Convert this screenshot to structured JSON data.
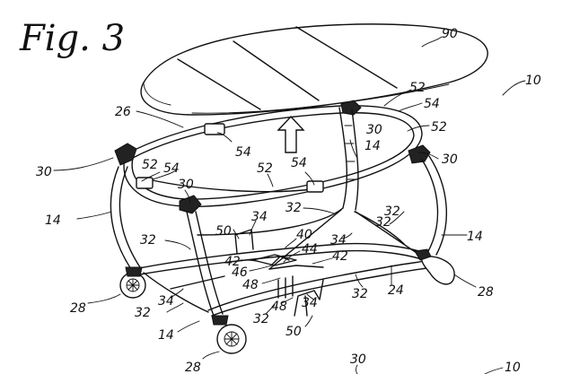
{
  "figure": {
    "title": "Fig. 3",
    "labels": [
      {
        "id": "l90",
        "text": "90"
      },
      {
        "id": "l10a",
        "text": "10"
      },
      {
        "id": "l52a",
        "text": "52"
      },
      {
        "id": "l54a",
        "text": "54"
      },
      {
        "id": "l52b",
        "text": "52"
      },
      {
        "id": "l26",
        "text": "26"
      },
      {
        "id": "l30a",
        "text": "30"
      },
      {
        "id": "l14a",
        "text": "14"
      },
      {
        "id": "l54b",
        "text": "54"
      },
      {
        "id": "l30b",
        "text": "30"
      },
      {
        "id": "l30c",
        "text": "30"
      },
      {
        "id": "l52c",
        "text": "52"
      },
      {
        "id": "l54c",
        "text": "54"
      },
      {
        "id": "l52d",
        "text": "52"
      },
      {
        "id": "l54d",
        "text": "54"
      },
      {
        "id": "l30d",
        "text": "30"
      },
      {
        "id": "l32a",
        "text": "32"
      },
      {
        "id": "l14b",
        "text": "14"
      },
      {
        "id": "l34a",
        "text": "34"
      },
      {
        "id": "l32b",
        "text": "32"
      },
      {
        "id": "l50a",
        "text": "50"
      },
      {
        "id": "l40",
        "text": "40"
      },
      {
        "id": "l44",
        "text": "44"
      },
      {
        "id": "l34b",
        "text": "34"
      },
      {
        "id": "l32c",
        "text": "32"
      },
      {
        "id": "l14c",
        "text": "14"
      },
      {
        "id": "l32d",
        "text": "32"
      },
      {
        "id": "l42a",
        "text": "42"
      },
      {
        "id": "l42b",
        "text": "42"
      },
      {
        "id": "l46",
        "text": "46"
      },
      {
        "id": "l48a",
        "text": "48"
      },
      {
        "id": "l24",
        "text": "24"
      },
      {
        "id": "l28a",
        "text": "28"
      },
      {
        "id": "l34c",
        "text": "34"
      },
      {
        "id": "l32e",
        "text": "32"
      },
      {
        "id": "l48b",
        "text": "48"
      },
      {
        "id": "l34d",
        "text": "34"
      },
      {
        "id": "l32f",
        "text": "32"
      },
      {
        "id": "l28b",
        "text": "28"
      },
      {
        "id": "l14d",
        "text": "14"
      },
      {
        "id": "l32g",
        "text": "32"
      },
      {
        "id": "l50b",
        "text": "50"
      },
      {
        "id": "l28c",
        "text": "28"
      },
      {
        "id": "l30e",
        "text": "30"
      },
      {
        "id": "l10b",
        "text": "10"
      }
    ]
  }
}
